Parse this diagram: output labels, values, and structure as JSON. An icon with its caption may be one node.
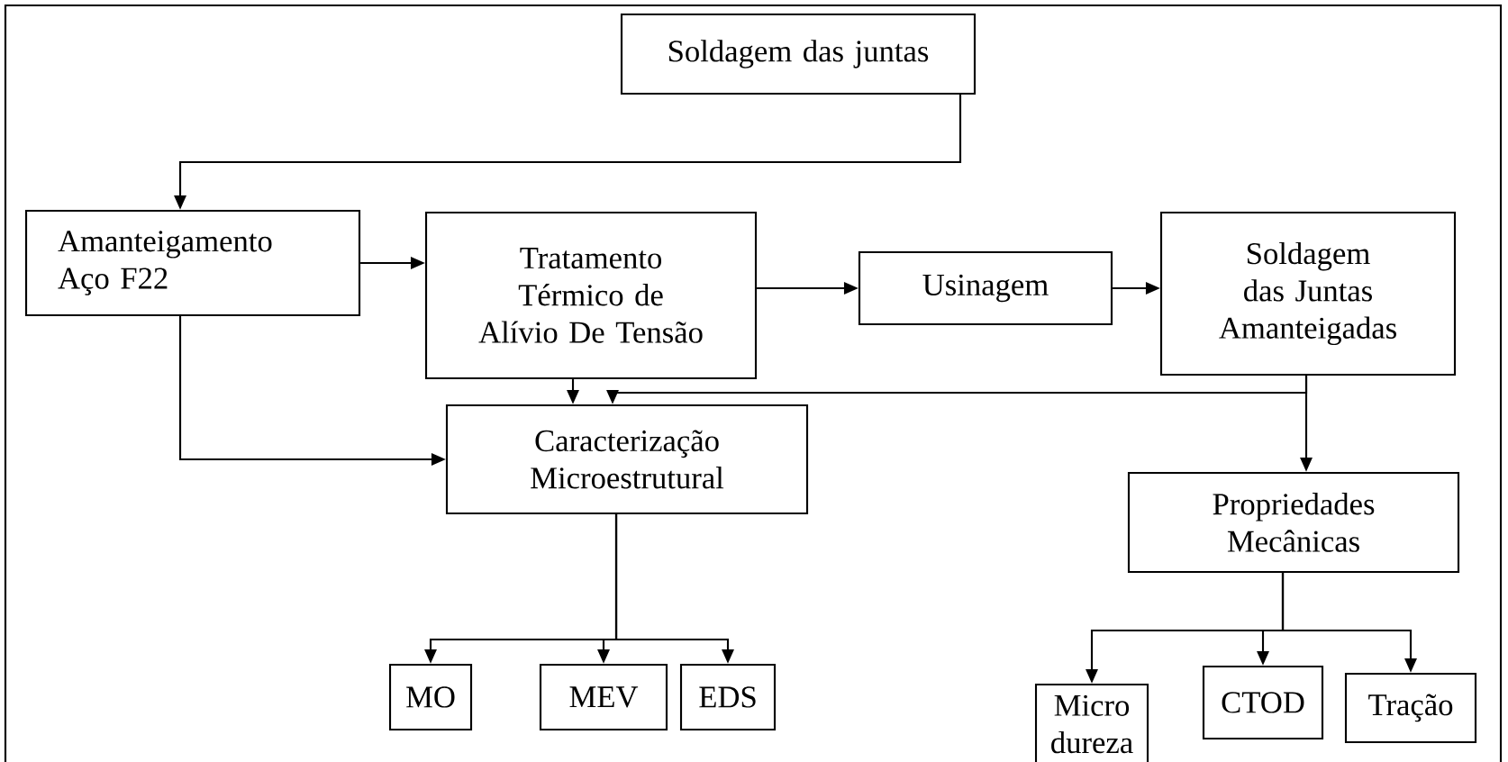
{
  "diagram": {
    "nodes": [
      {
        "text": [
          "Soldagem das juntas"
        ]
      },
      {
        "text": [
          "Amanteigamento Aço F22"
        ]
      },
      {
        "text": [
          "Tratamento Térmico de Alívio De Tensão"
        ]
      },
      {
        "text": [
          "Usinagem"
        ]
      },
      {
        "text": [
          "Soldagem das Juntas Amanteigadas"
        ]
      },
      {
        "text": [
          "Caracterização Microestrutural"
        ]
      },
      {
        "text": [
          "Propriedades Mecânicas"
        ]
      },
      {
        "text": [
          "MO"
        ]
      },
      {
        "text": [
          "MEV"
        ]
      },
      {
        "text": [
          "EDS"
        ]
      },
      {
        "text": [
          "Micro dureza"
        ]
      },
      {
        "text": [
          "CTOD"
        ]
      },
      {
        "text": [
          "Tração"
        ]
      }
    ],
    "edges": [
      {
        "from": 0,
        "to": 1,
        "arrow": "to"
      },
      {
        "from": 1,
        "to": 2,
        "arrow": "to"
      },
      {
        "from": 2,
        "to": 3,
        "arrow": "to"
      },
      {
        "from": 3,
        "to": 4,
        "arrow": "to"
      },
      {
        "from": 1,
        "to": 5,
        "arrow": "to"
      },
      {
        "from": 2,
        "to": 5,
        "arrow": "to"
      },
      {
        "from": 4,
        "to": 5,
        "arrow": "to"
      },
      {
        "from": 4,
        "to": 6,
        "arrow": "to"
      },
      {
        "from": 5,
        "to": 7,
        "arrow": "to"
      },
      {
        "from": 5,
        "to": 8,
        "arrow": "to"
      },
      {
        "from": 5,
        "to": 9,
        "arrow": "to"
      },
      {
        "from": 6,
        "to": 10,
        "arrow": "to"
      },
      {
        "from": 6,
        "to": 11,
        "arrow": "to"
      },
      {
        "from": 6,
        "to": 12,
        "arrow": "to"
      }
    ]
  }
}
